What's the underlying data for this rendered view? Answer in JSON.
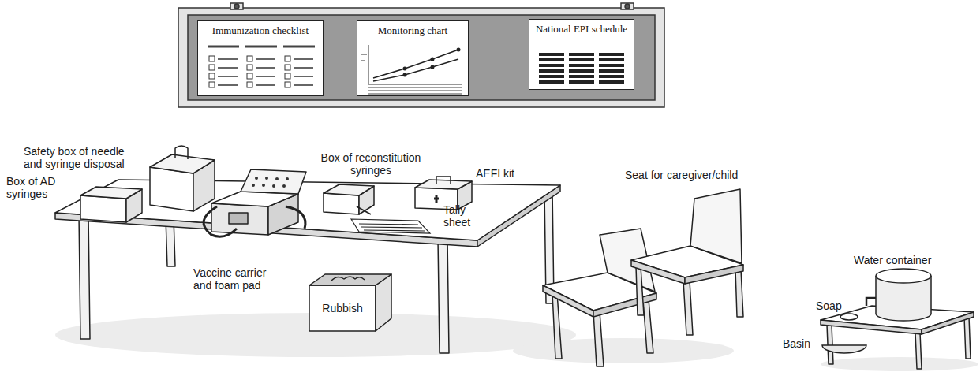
{
  "diagram": {
    "nodes": [
      {
        "text": [
          "Immunization checklist"
        ]
      },
      {
        "text": [
          "Monitoring chart"
        ]
      },
      {
        "text": [
          "National EPI schedule"
        ]
      },
      {
        "text": [
          "Rubbish"
        ]
      }
    ],
    "labels": [
      "Safety box of needle and syringe disposal",
      "Box of AD syringes",
      "Box of reconstitution syringes",
      "AEFI kit",
      "Tally sheet",
      "Vaccine carrier and foam pad",
      "Seat for caregiver/child",
      "Water container",
      "Soap",
      "Basin"
    ]
  }
}
